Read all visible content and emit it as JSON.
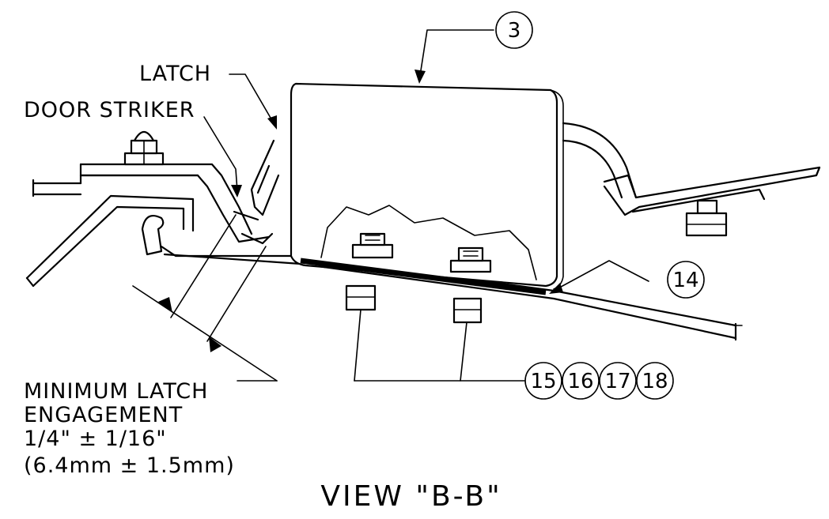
{
  "labels": {
    "latch": "LATCH",
    "door_striker": "DOOR STRIKER",
    "min_latch_line1": "MINIMUM LATCH",
    "min_latch_line2": "ENGAGEMENT",
    "min_latch_line3": "1/4\" ± 1/16\"",
    "min_latch_line4": "(6.4mm ± 1.5mm)"
  },
  "callouts": {
    "c3": "3",
    "c14": "14",
    "c15": "15",
    "c16": "16",
    "c17": "17",
    "c18": "18"
  },
  "view_title": "VIEW \"B-B\""
}
